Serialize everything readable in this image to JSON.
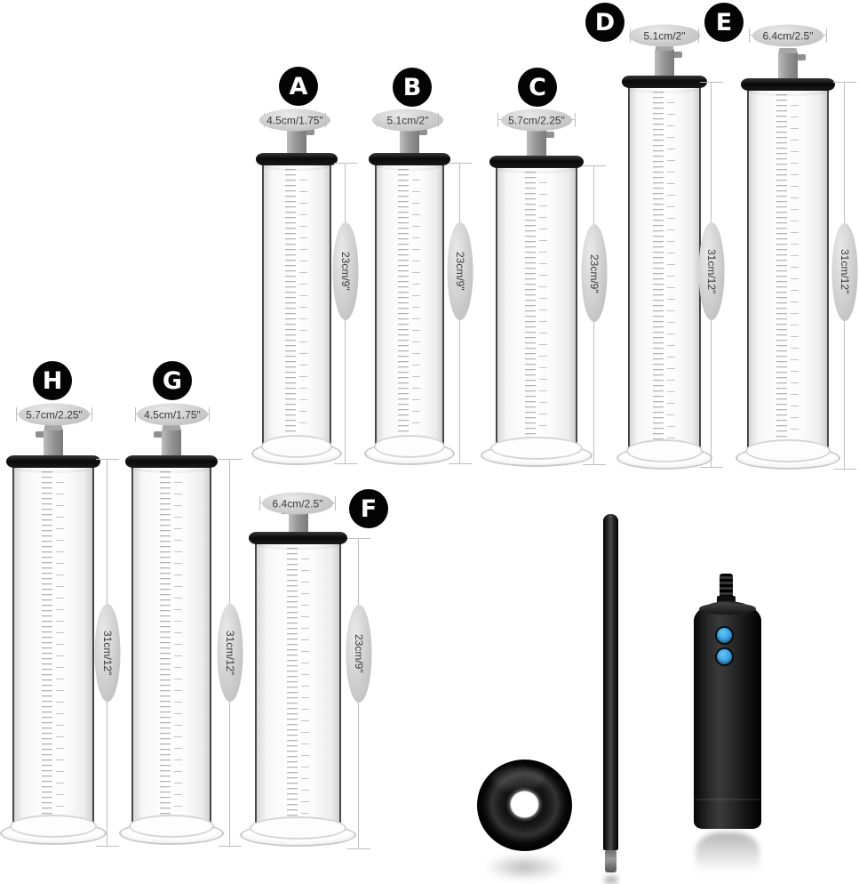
{
  "diagram": {
    "cylinders": [
      {
        "id": "A",
        "diameter": "4.5cm/1.75\"",
        "length": "23cm/9\""
      },
      {
        "id": "B",
        "diameter": "5.1cm/2\"",
        "length": "23cm/9\""
      },
      {
        "id": "C",
        "diameter": "5.7cm/2.25\"",
        "length": "23cm/9\""
      },
      {
        "id": "D",
        "diameter": "5.1cm/2\"",
        "length": "31cm/12\""
      },
      {
        "id": "E",
        "diameter": "6.4cm/2.5\"",
        "length": "31cm/12\""
      },
      {
        "id": "F",
        "diameter": "6.4cm/2.5\"",
        "length": "23cm/9\""
      },
      {
        "id": "G",
        "diameter": "4.5cm/1.75\"",
        "length": "31cm/12\""
      },
      {
        "id": "H",
        "diameter": "5.7cm/2.25\"",
        "length": "31cm/12\""
      }
    ],
    "accessories": [
      {
        "name": "silicone-donut-ring"
      },
      {
        "name": "connector-rod"
      },
      {
        "name": "electric-pump",
        "buttons": 2,
        "button_color": "#2f9fe3"
      }
    ],
    "colors": {
      "badge": "#040404",
      "dimension_line": "#bdbdbd",
      "label_oval": "#c6c6c6",
      "pump_button": "#2f9fe3"
    }
  }
}
